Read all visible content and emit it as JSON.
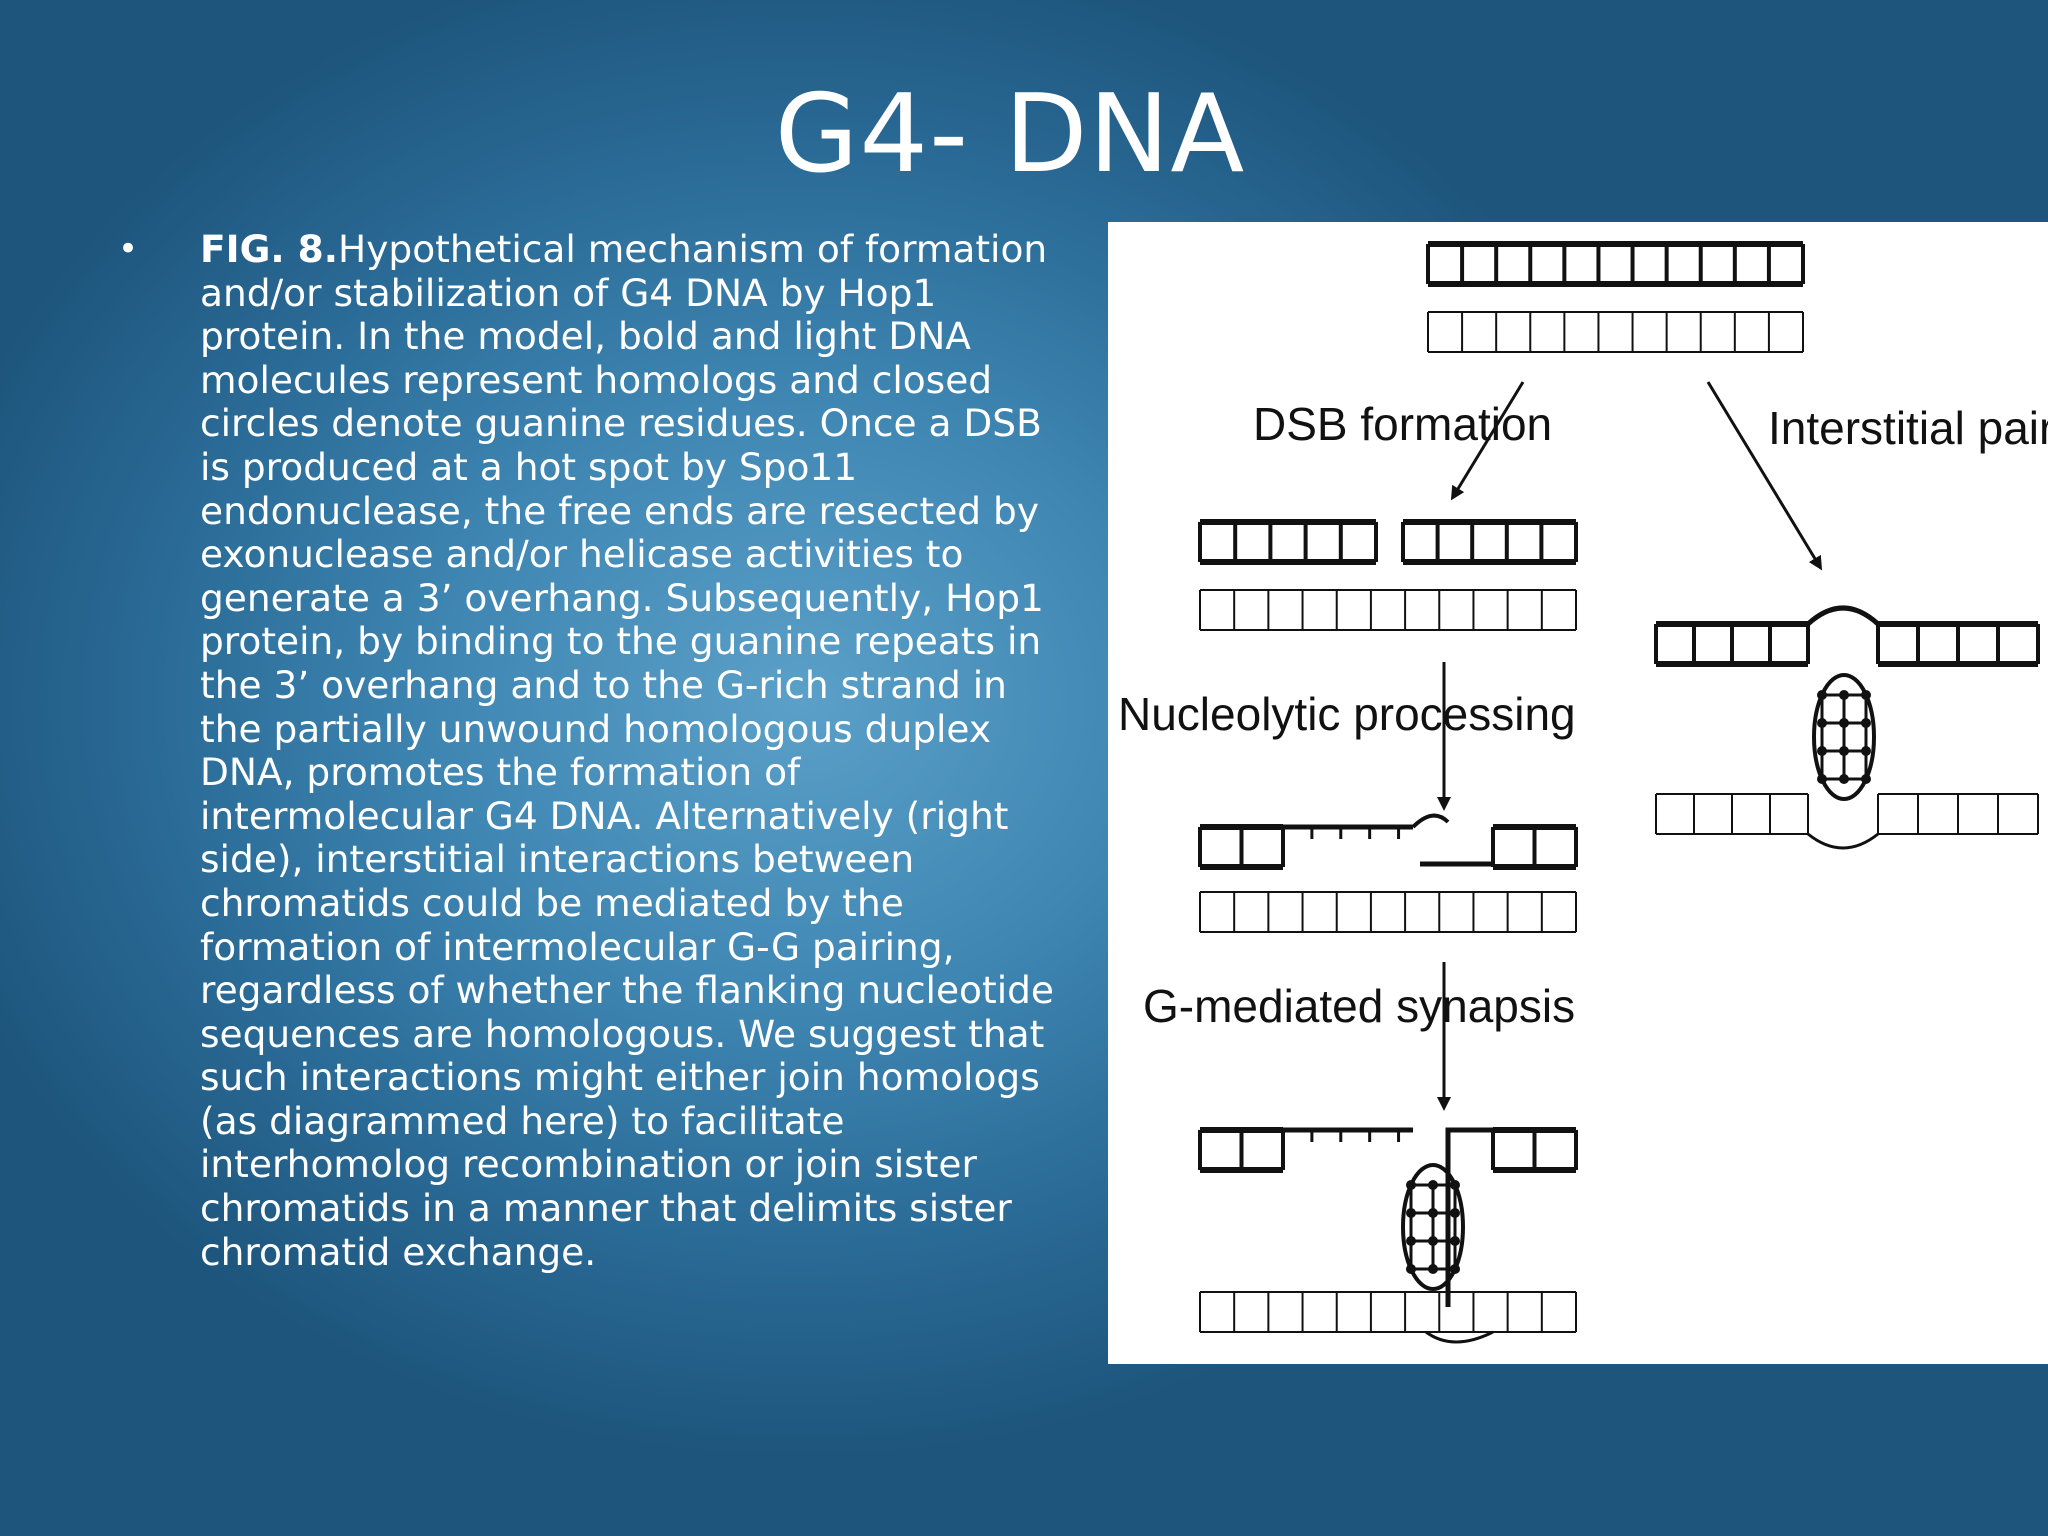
{
  "slide": {
    "title": "G4- DNA"
  },
  "bullet": {
    "symbol": "•",
    "bold_lead": "FIG. 8.",
    "text": "Hypothetical mechanism of formation and/or stabilization of G4 DNA by Hop1 protein. In the model, bold and light DNA molecules represent homologs and closed circles denote guanine residues. Once a DSB is produced at a hot spot by Spo11 endonuclease, the free ends are resected by exonuclease and/or helicase activities to generate a 3’ overhang. Subsequently, Hop1 protein, by binding to the guanine repeats in the 3’ overhang and to the G-rich strand in the partially unwound homologous duplex DNA, promotes the formation of intermolecular G4 DNA. Alternatively (right side), interstitial interactions between chromatids could be mediated by the formation of intermolecular G-G pairing, regardless of whether the flanking nucleotide sequences are homologous. We suggest that such interactions might either join homologs (as diagrammed here) to facilitate interhomolog recombination or join sister chromatids in a manner that delimits sister chromatid exchange."
  },
  "figure": {
    "labels": {
      "dsb_formation": "DSB formation",
      "interstitial_pairing": "Interstitial pairing",
      "nucleolytic_processing": "Nucleolytic processing",
      "g_mediated_synapsis": "G-mediated synapsis"
    },
    "colors": {
      "line": "#111111",
      "panel": "#ffffff",
      "text": "#ffffff"
    }
  }
}
